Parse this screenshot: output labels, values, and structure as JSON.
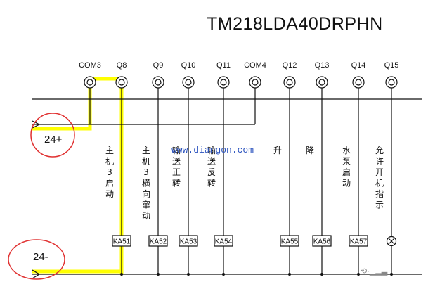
{
  "title": "TM218LDA40DRPHN",
  "watermark": "www.diangon.com",
  "logo_text": "⟲·▁▂▃",
  "colors": {
    "line": "#111111",
    "highlight": "#ffff00",
    "annotation": "#e03030"
  },
  "supply": {
    "positive": "24+",
    "negative": "24-"
  },
  "terminals": [
    {
      "id": "com3",
      "label": "COM3",
      "relay": "",
      "description": ""
    },
    {
      "id": "q8",
      "label": "Q8",
      "relay": "KA51",
      "description": "主机3启动"
    },
    {
      "id": "q9",
      "label": "Q9",
      "relay": "KA52",
      "description": "主机3横向窜动"
    },
    {
      "id": "q10",
      "label": "Q10",
      "relay": "KA53",
      "description": "输送正转"
    },
    {
      "id": "q11",
      "label": "Q11",
      "relay": "KA54",
      "description": "输送反转"
    },
    {
      "id": "com4",
      "label": "COM4",
      "relay": "",
      "description": ""
    },
    {
      "id": "q12",
      "label": "Q12",
      "relay": "KA55",
      "description": "升"
    },
    {
      "id": "q13",
      "label": "Q13",
      "relay": "KA56",
      "description": "降"
    },
    {
      "id": "q14",
      "label": "Q14",
      "relay": "KA57",
      "description": "水泵启动"
    },
    {
      "id": "q15",
      "label": "Q15",
      "relay": "lamp",
      "description": "允许开机指示"
    }
  ]
}
